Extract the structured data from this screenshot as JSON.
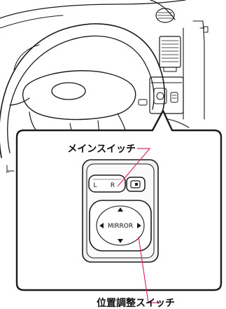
{
  "labels": {
    "main_switch": "メインスイッチ",
    "adjust_switch": "位置調整スイッチ"
  },
  "switch_text": {
    "left": "L",
    "right": "R",
    "mirror": "MIRROR"
  },
  "colors": {
    "callout_line": "#e0287a",
    "outline": "#1a1a1a",
    "panel_fill": "#eeeeee",
    "page_bg": "#ffffff"
  }
}
